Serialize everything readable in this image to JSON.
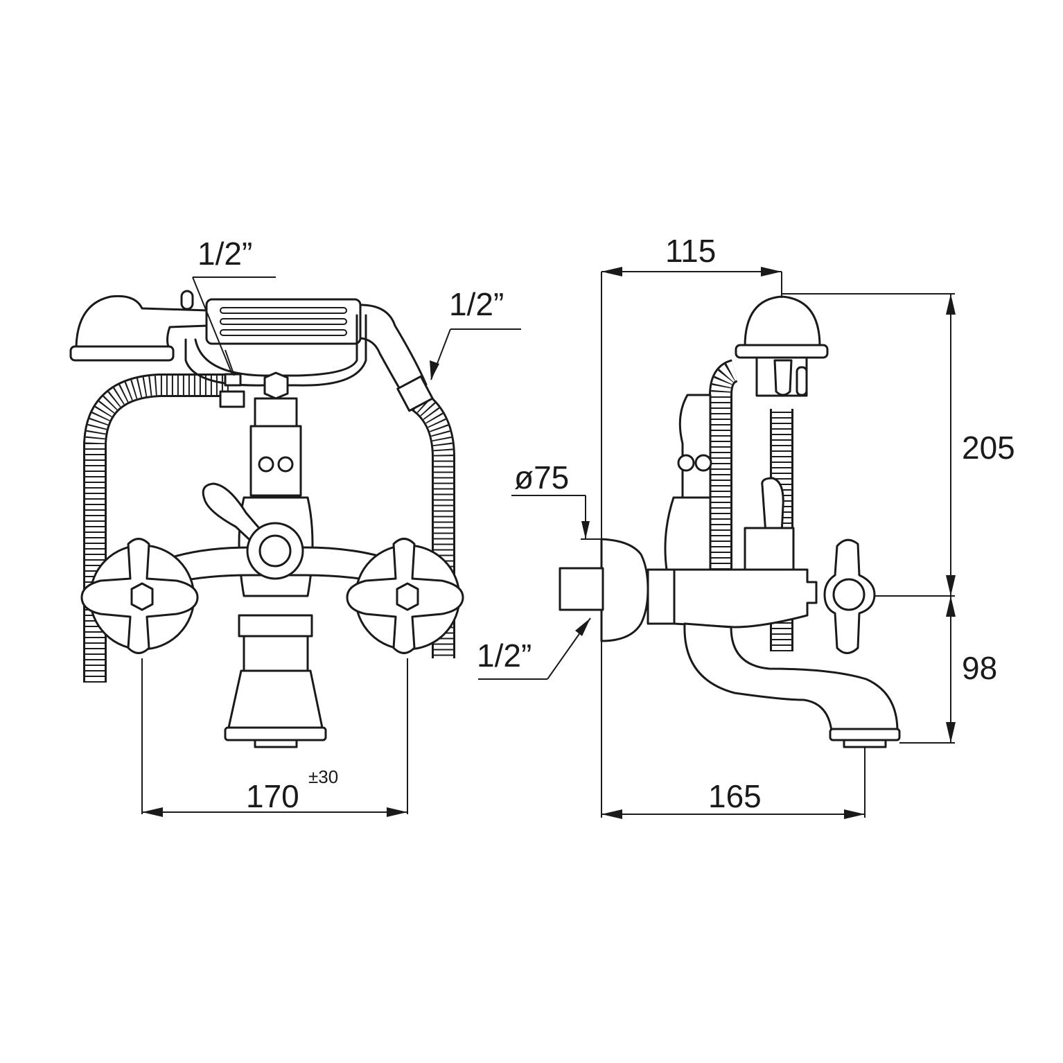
{
  "front_view": {
    "hose_thread_label": "1/2”",
    "handshower_thread_label": "1/2”",
    "centres_value": "170",
    "centres_tolerance": "±30"
  },
  "side_view": {
    "depth_top_value": "115",
    "height_above_axis_value": "205",
    "height_below_axis_value": "98",
    "spout_projection_value": "165",
    "flange_diameter_label": "ø75",
    "inlet_thread_label": "1/2”"
  }
}
